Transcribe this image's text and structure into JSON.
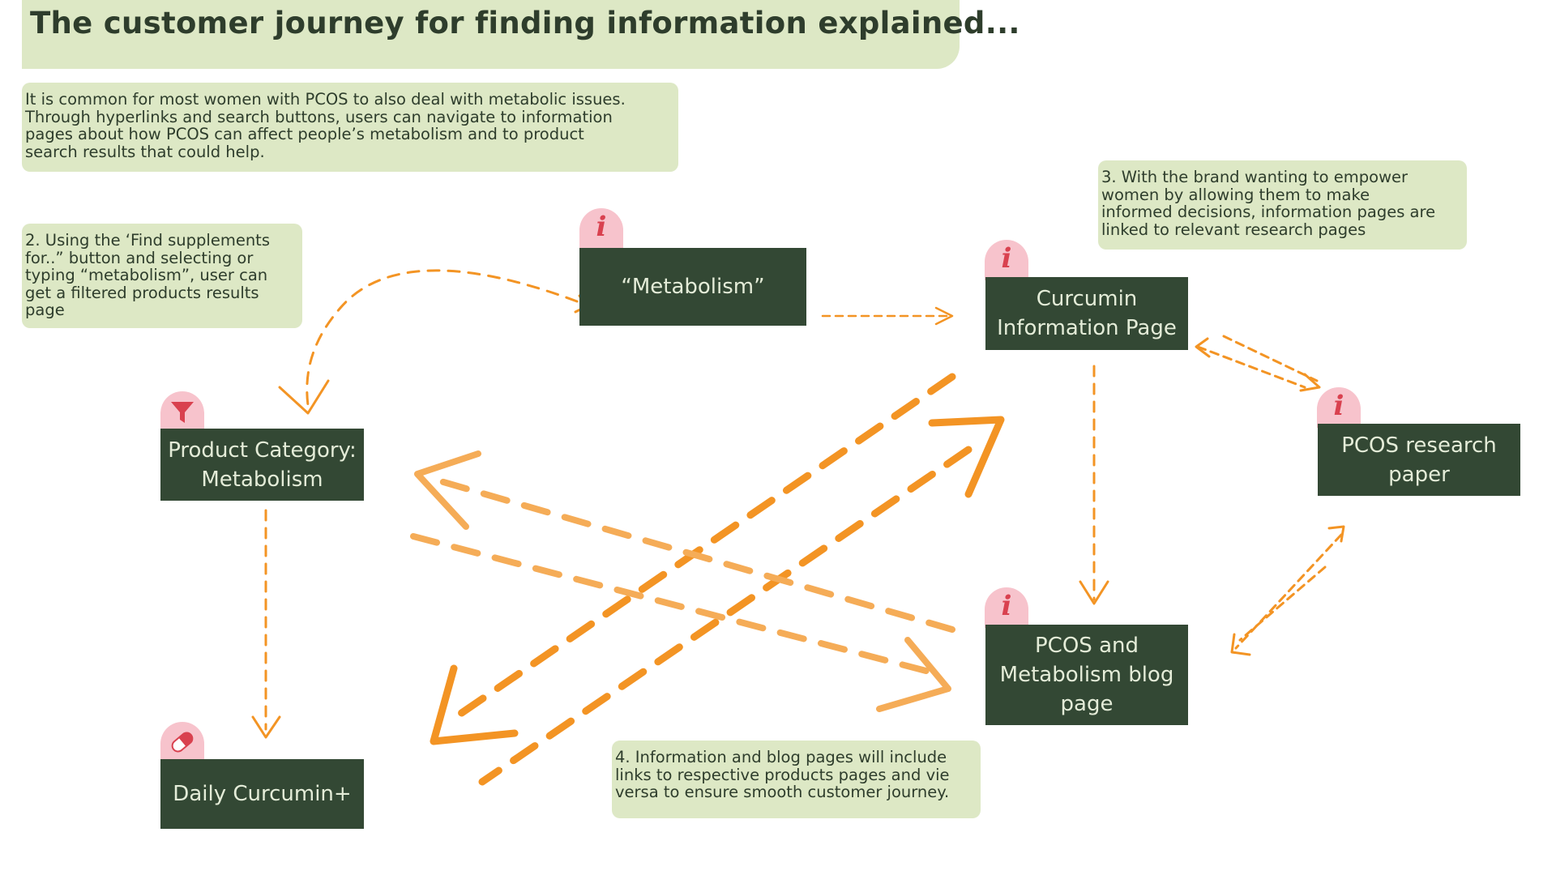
{
  "title": "The customer journey for finding information explained...",
  "notes": {
    "intro": "It is common for most women with PCOS to also deal with metabolic issues.\nThrough hyperlinks and search buttons, users can navigate to information\npages about how PCOS can affect people’s metabolism and to product\nsearch results that could help.",
    "step2": "2. Using the ‘Find supplements\nfor..” button and selecting or\ntyping “metabolism”, user can\nget a filtered products results\npage",
    "step3": "3. With the brand wanting to empower\nwomen by allowing them to make\ninformed decisions, information pages are\nlinked to relevant research pages",
    "step4": "4. Information and blog pages will include\nlinks to respective products pages and vie\nversa to ensure smooth customer journey."
  },
  "nodes": {
    "metabolism": "“Metabolism”",
    "curcumin_info": "Curcumin\nInformation Page",
    "product_category": "Product Category:\nMetabolism",
    "daily_curcumin": "Daily Curcumin+",
    "pcos_research": "PCOS research\npaper",
    "pcos_blog": "PCOS and\nMetabolism blog\npage"
  },
  "icons": {
    "info": "i",
    "info_icon_name": "info-icon",
    "filter_icon_name": "filter-funnel-icon",
    "pill_icon_name": "pill-icon"
  },
  "colors": {
    "note_bg": "#dde8c5",
    "node_bg": "#334834",
    "node_text": "#e4ecd8",
    "tab_bg": "#f7c3cc",
    "icon_red": "#d9414f",
    "arrow_orange": "#f39424",
    "arrow_light": "#f5ac57"
  }
}
